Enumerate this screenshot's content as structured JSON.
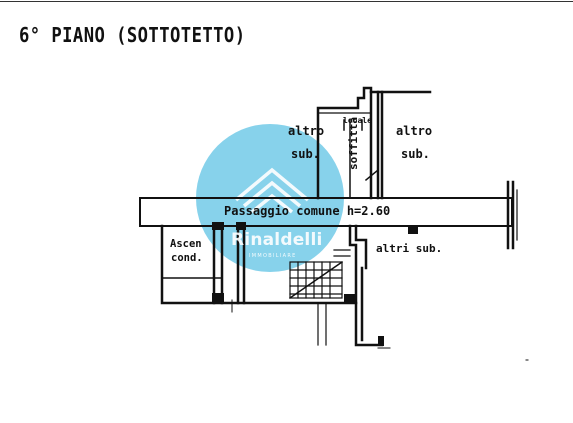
{
  "floor": {
    "title": "6° PIANO (SOTTOTETTO)"
  },
  "plan_labels": {
    "altro_sub_left_1": "altro",
    "altro_sub_left_2": "sub.",
    "altro_sub_right_1": "altro",
    "altro_sub_right_2": "sub.",
    "soffitta": "soffitta",
    "small_note": "locale",
    "passaggio": "Passaggio comune  h=2.60",
    "ascensore_1": "Ascen",
    "ascensore_2": "cond.",
    "altri_sub": "altri sub."
  },
  "watermark": {
    "brand": "Rinaldelli",
    "tagline": "IMMOBILIARE",
    "color": "#5fc3e4"
  }
}
